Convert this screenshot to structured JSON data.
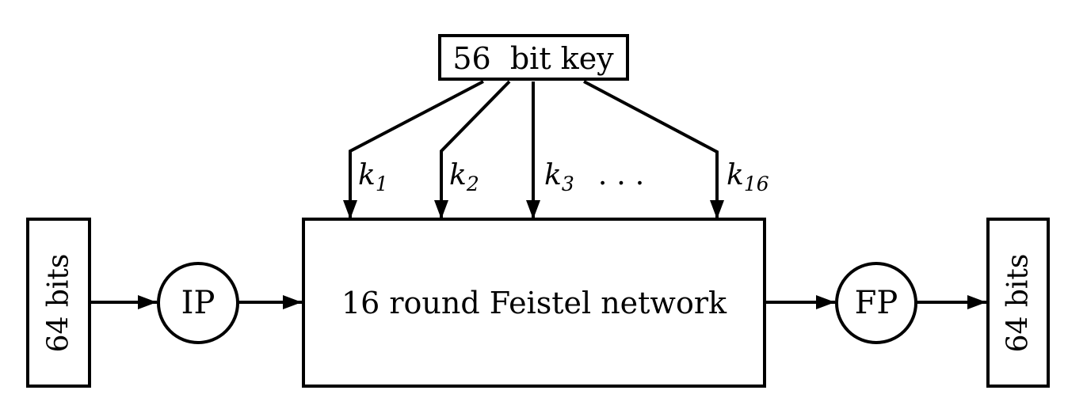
{
  "diagram": {
    "key_box": {
      "label": "56  bit key"
    },
    "subkeys": [
      {
        "base": "k",
        "sub": "1"
      },
      {
        "base": "k",
        "sub": "2"
      },
      {
        "base": "k",
        "sub": "3"
      },
      {
        "base": "k",
        "sub": "16"
      }
    ],
    "ellipsis": "...",
    "input_box": {
      "label": "64 bits"
    },
    "ip_node": {
      "label": "IP"
    },
    "feistel_box": {
      "label": "16 round Feistel network"
    },
    "fp_node": {
      "label": "FP"
    },
    "output_box": {
      "label": "64 bits"
    },
    "colors": {
      "stroke": "#000000",
      "feistel_fill": "#e5e5e5",
      "background": "#ffffff"
    }
  }
}
